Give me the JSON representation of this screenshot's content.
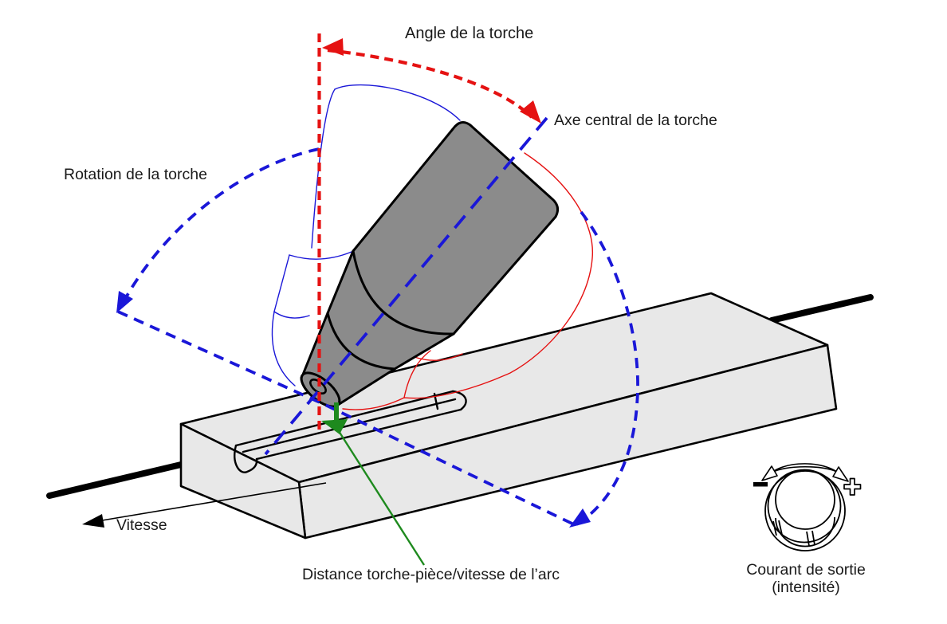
{
  "labels": {
    "torch_angle": "Angle de la torche",
    "torch_axis": "Axe central de la torche",
    "torch_rotation": "Rotation de la torche",
    "speed": "Vitesse",
    "distance": "Distance torche-pièce/vitesse de l’arc",
    "current_line1": "Courant de sortie",
    "current_line2": "(intensité)"
  },
  "icons": {
    "knob": "output-current-knob",
    "knob_minus": "minus",
    "knob_plus": "plus"
  },
  "colors": {
    "angle_color": "#e51212",
    "rotation_color": "#1a17d8",
    "distance_color": "#1e8a1e",
    "torch_fill": "#8b8b8b",
    "workpiece_fill": "#e8e8e8",
    "outline_color": "#000000",
    "text_color": "#1a1a1a",
    "bg_color": "#ffffff"
  }
}
